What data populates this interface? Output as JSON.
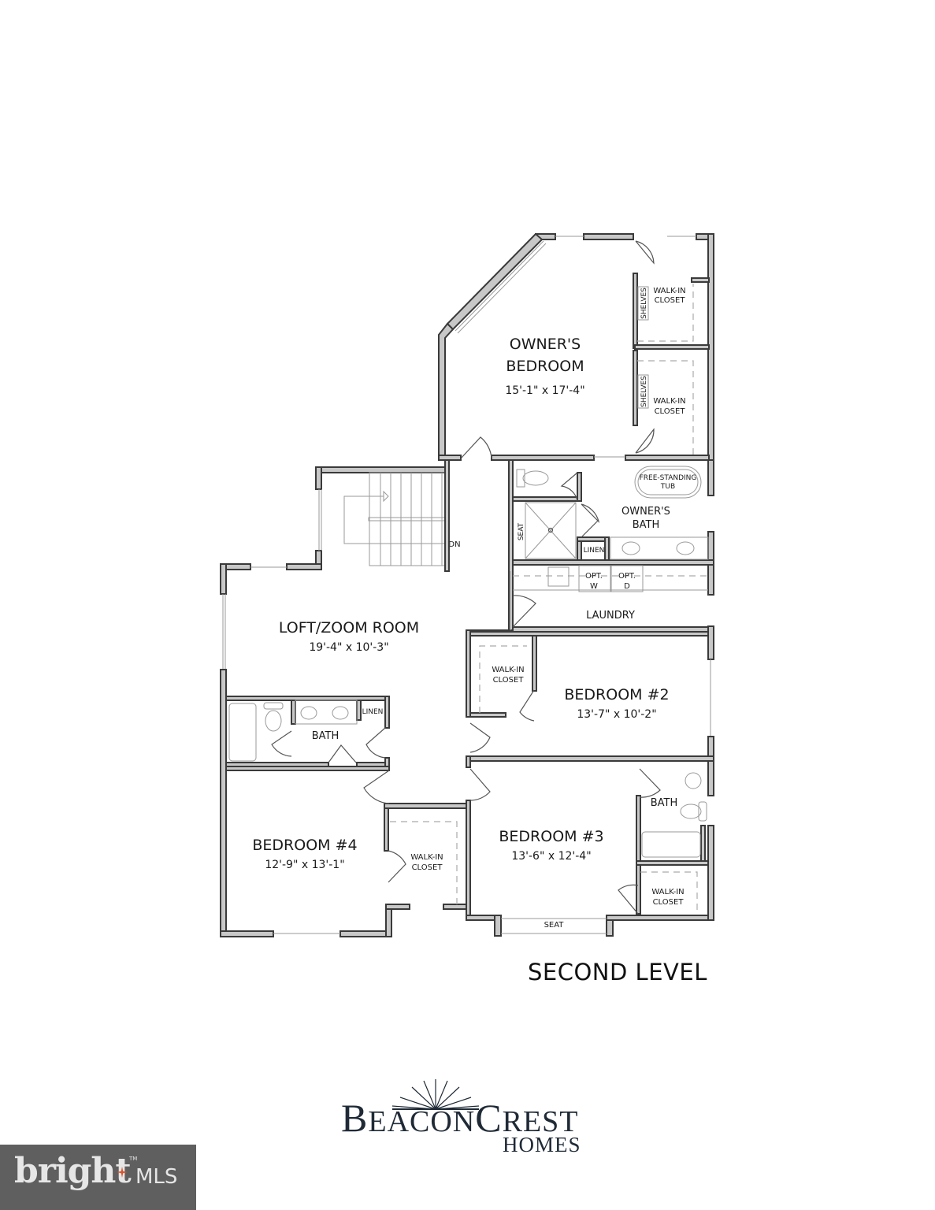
{
  "plan": {
    "level_title": "SECOND LEVEL",
    "rooms": {
      "owners_bedroom": {
        "name_line1": "OWNER'S",
        "name_line2": "BEDROOM",
        "dims": "15'-1\" x 17'-4\""
      },
      "walk_in_closet_owner_1": {
        "line1": "WALK-IN",
        "line2": "CLOSET",
        "shelves": "SHELVES"
      },
      "walk_in_closet_owner_2": {
        "line1": "WALK-IN",
        "line2": "CLOSET",
        "shelves": "SHELVES"
      },
      "owners_bath": {
        "name_line1": "OWNER'S",
        "name_line2": "BATH",
        "tub_line1": "FREE-STANDING",
        "tub_line2": "TUB",
        "seat": "SEAT",
        "linen": "LINEN"
      },
      "laundry": {
        "name": "LAUNDRY",
        "opt_w_line1": "OPT.",
        "opt_w_line2": "W",
        "opt_d_line1": "OPT.",
        "opt_d_line2": "D"
      },
      "stairs": {
        "label": "DN"
      },
      "loft": {
        "name": "LOFT/ZOOM ROOM",
        "dims": "19'-4\" x 10'-3\""
      },
      "bedroom2": {
        "name": "BEDROOM #2",
        "dims": "13'-7\" x 10'-2\"",
        "closet_line1": "WALK-IN",
        "closet_line2": "CLOSET"
      },
      "hall_bath": {
        "name": "BATH",
        "linen": "LINEN"
      },
      "bedroom4": {
        "name": "BEDROOM #4",
        "dims": "12'-9\" x 13'-1\"",
        "closet_line1": "WALK-IN",
        "closet_line2": "CLOSET"
      },
      "bedroom3": {
        "name": "BEDROOM #3",
        "dims": "13'-6\" x 12'-4\"",
        "seat": "SEAT",
        "bath": "BATH",
        "closet_line1": "WALK-IN",
        "closet_line2": "CLOSET"
      }
    }
  },
  "logo": {
    "brand_initial_1": "B",
    "brand_rest_1": "EACON",
    "brand_initial_2": "C",
    "brand_rest_2": "REST",
    "sub": "HOMES",
    "color": "#1f2a36"
  },
  "watermark": {
    "brand": "bright",
    "suffix": "MLS",
    "tm": "TM",
    "bg_color": "#5f5f5f",
    "accent_color": "#e0522a"
  }
}
